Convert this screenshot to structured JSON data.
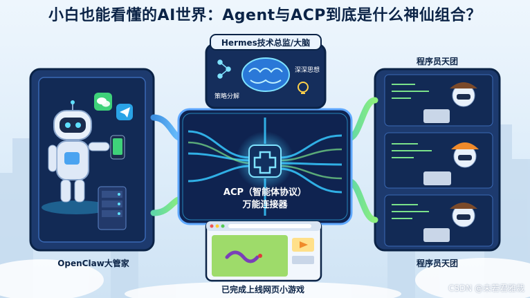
{
  "title": "小白也能看懂的AI世界：Agent与ACP到底是什么神仙组合？",
  "hermes": {
    "title": "Hermes技术总监/大脑",
    "deep_label": "深深思想",
    "strategy_label": "策略分解"
  },
  "acp": {
    "line1": "ACP（智能体协议）",
    "line2": "万能连接器"
  },
  "openclaw": {
    "label": "OpenClaw大管家"
  },
  "programmers": {
    "top_label": "程序员天团",
    "bottom_label": "程序员天团"
  },
  "game": {
    "label": "已完成上线网页小游戏"
  },
  "watermark": "CSDN @未若君雅裁",
  "colors": {
    "navy": "#0b2346",
    "panel": "#16305e",
    "cyan": "#36c8ff",
    "green": "#7be38a",
    "blue_pipe": "#4aa3f0"
  }
}
